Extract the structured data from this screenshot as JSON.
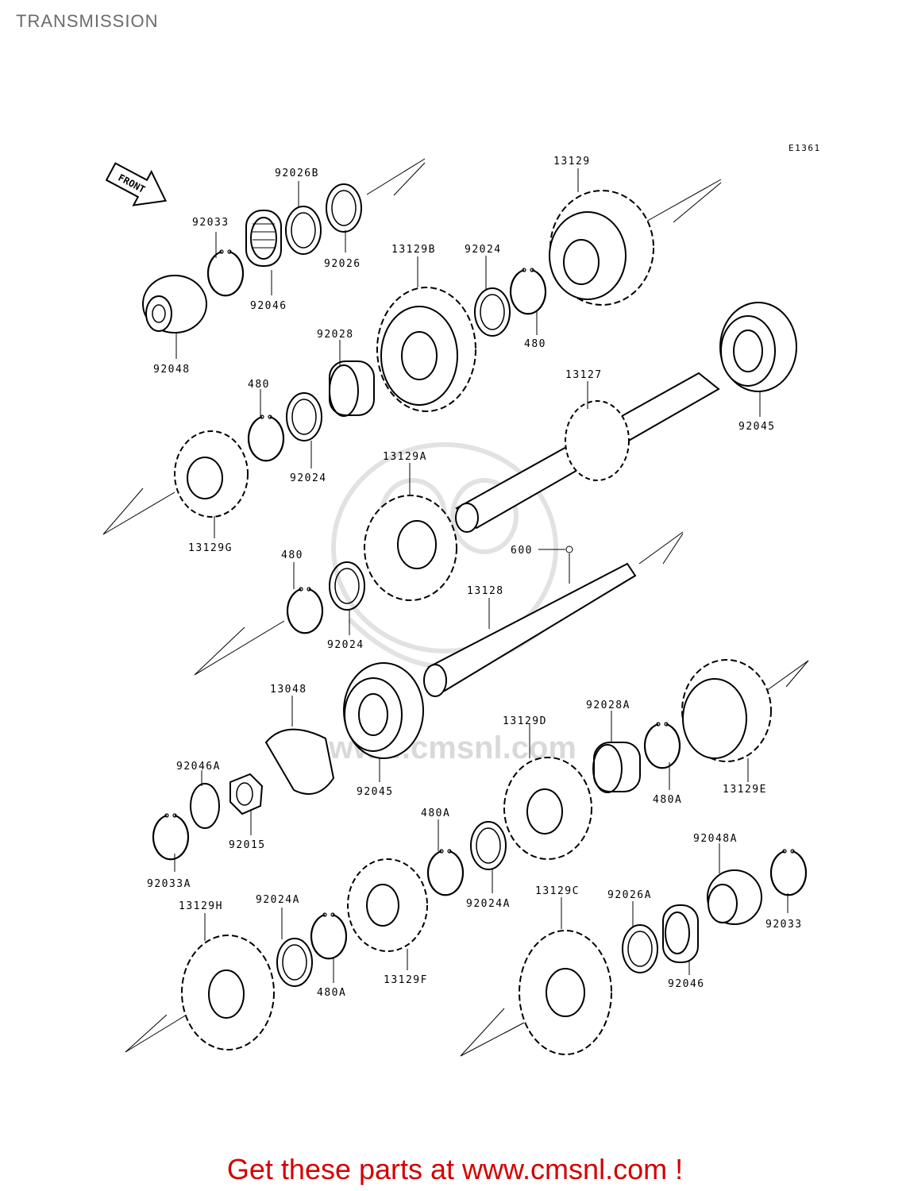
{
  "header": {
    "title": "TRANSMISSION"
  },
  "diagram": {
    "code": "E1361",
    "front_label": "FRONT",
    "watermark": "www.cmsnl.com",
    "parts": [
      {
        "id": "92026B",
        "label": "92026B"
      },
      {
        "id": "92033",
        "label": "92033"
      },
      {
        "id": "92026",
        "label": "92026"
      },
      {
        "id": "92046",
        "label": "92046"
      },
      {
        "id": "92048",
        "label": "92048"
      },
      {
        "id": "13129",
        "label": "13129"
      },
      {
        "id": "13129B",
        "label": "13129B"
      },
      {
        "id": "92024-top",
        "label": "92024"
      },
      {
        "id": "480-top",
        "label": "480"
      },
      {
        "id": "92028",
        "label": "92028"
      },
      {
        "id": "480-mid",
        "label": "480"
      },
      {
        "id": "92024-mid",
        "label": "92024"
      },
      {
        "id": "13129G",
        "label": "13129G"
      },
      {
        "id": "13127",
        "label": "13127"
      },
      {
        "id": "92045-top",
        "label": "92045"
      },
      {
        "id": "13129A",
        "label": "13129A"
      },
      {
        "id": "600",
        "label": "600"
      },
      {
        "id": "13128",
        "label": "13128"
      },
      {
        "id": "480-low",
        "label": "480"
      },
      {
        "id": "92024-low",
        "label": "92024"
      },
      {
        "id": "13048",
        "label": "13048"
      },
      {
        "id": "92045-low",
        "label": "92045"
      },
      {
        "id": "13129D",
        "label": "13129D"
      },
      {
        "id": "92028A",
        "label": "92028A"
      },
      {
        "id": "480A-right",
        "label": "480A"
      },
      {
        "id": "13129E",
        "label": "13129E"
      },
      {
        "id": "92046A",
        "label": "92046A"
      },
      {
        "id": "92015",
        "label": "92015"
      },
      {
        "id": "92033A",
        "label": "92033A"
      },
      {
        "id": "480A-mid",
        "label": "480A"
      },
      {
        "id": "92024A-mid",
        "label": "92024A"
      },
      {
        "id": "92048A",
        "label": "92048A"
      },
      {
        "id": "13129C",
        "label": "13129C"
      },
      {
        "id": "92026A",
        "label": "92026A"
      },
      {
        "id": "92033-low",
        "label": "92033"
      },
      {
        "id": "13129H",
        "label": "13129H"
      },
      {
        "id": "92024A-low",
        "label": "92024A"
      },
      {
        "id": "480A-low",
        "label": "480A"
      },
      {
        "id": "13129F",
        "label": "13129F"
      },
      {
        "id": "92046-low",
        "label": "92046"
      }
    ]
  },
  "footer": {
    "cta": "Get these parts at www.cmsnl.com !"
  }
}
